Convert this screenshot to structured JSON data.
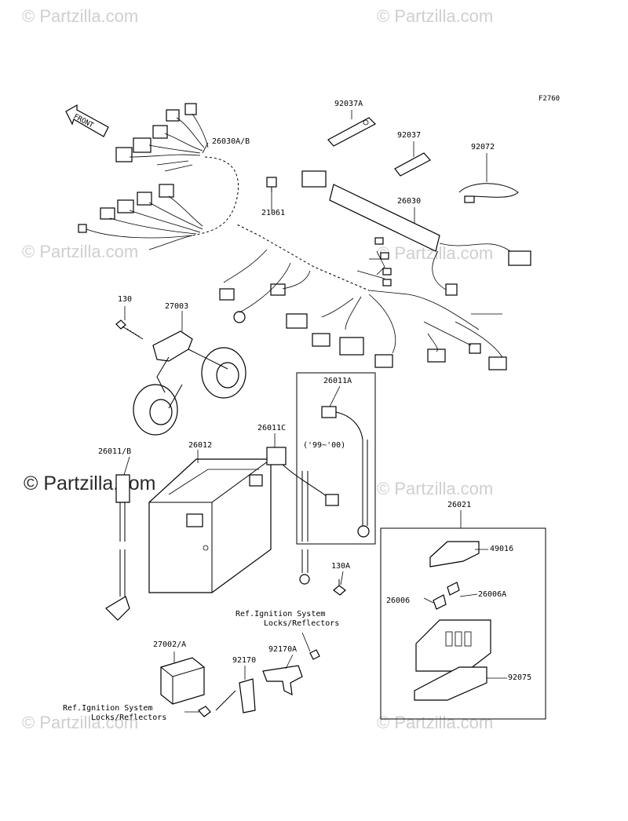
{
  "diagram_code": "F2760",
  "front_label": "FRONT",
  "watermark": {
    "text": "© Partzilla.com",
    "main_text": "© Partzilla.com"
  },
  "parts": {
    "p92037A": "92037A",
    "p92037": "92037",
    "p92072": "92072",
    "p26030AB": "26030A/B",
    "p21061": "21061",
    "p26030": "26030",
    "p130": "130",
    "p27003": "27003",
    "p26011A": "26011A",
    "p26011A_note": "('99~'00)",
    "p26011C": "26011C",
    "p26011B": "26011/B",
    "p26012": "26012",
    "p130A": "130A",
    "p26021": "26021",
    "p49016": "49016",
    "p26006": "26006",
    "p26006A": "26006A",
    "p92075": "92075",
    "p27002A": "27002/A",
    "p92170": "92170",
    "p92170A": "92170A"
  },
  "refs": {
    "ref1_line1": "Ref.Ignition System",
    "ref1_line2": "Locks/Reflectors",
    "ref2_line1": "Ref.Ignition System",
    "ref2_line2": "Locks/Reflectors"
  }
}
